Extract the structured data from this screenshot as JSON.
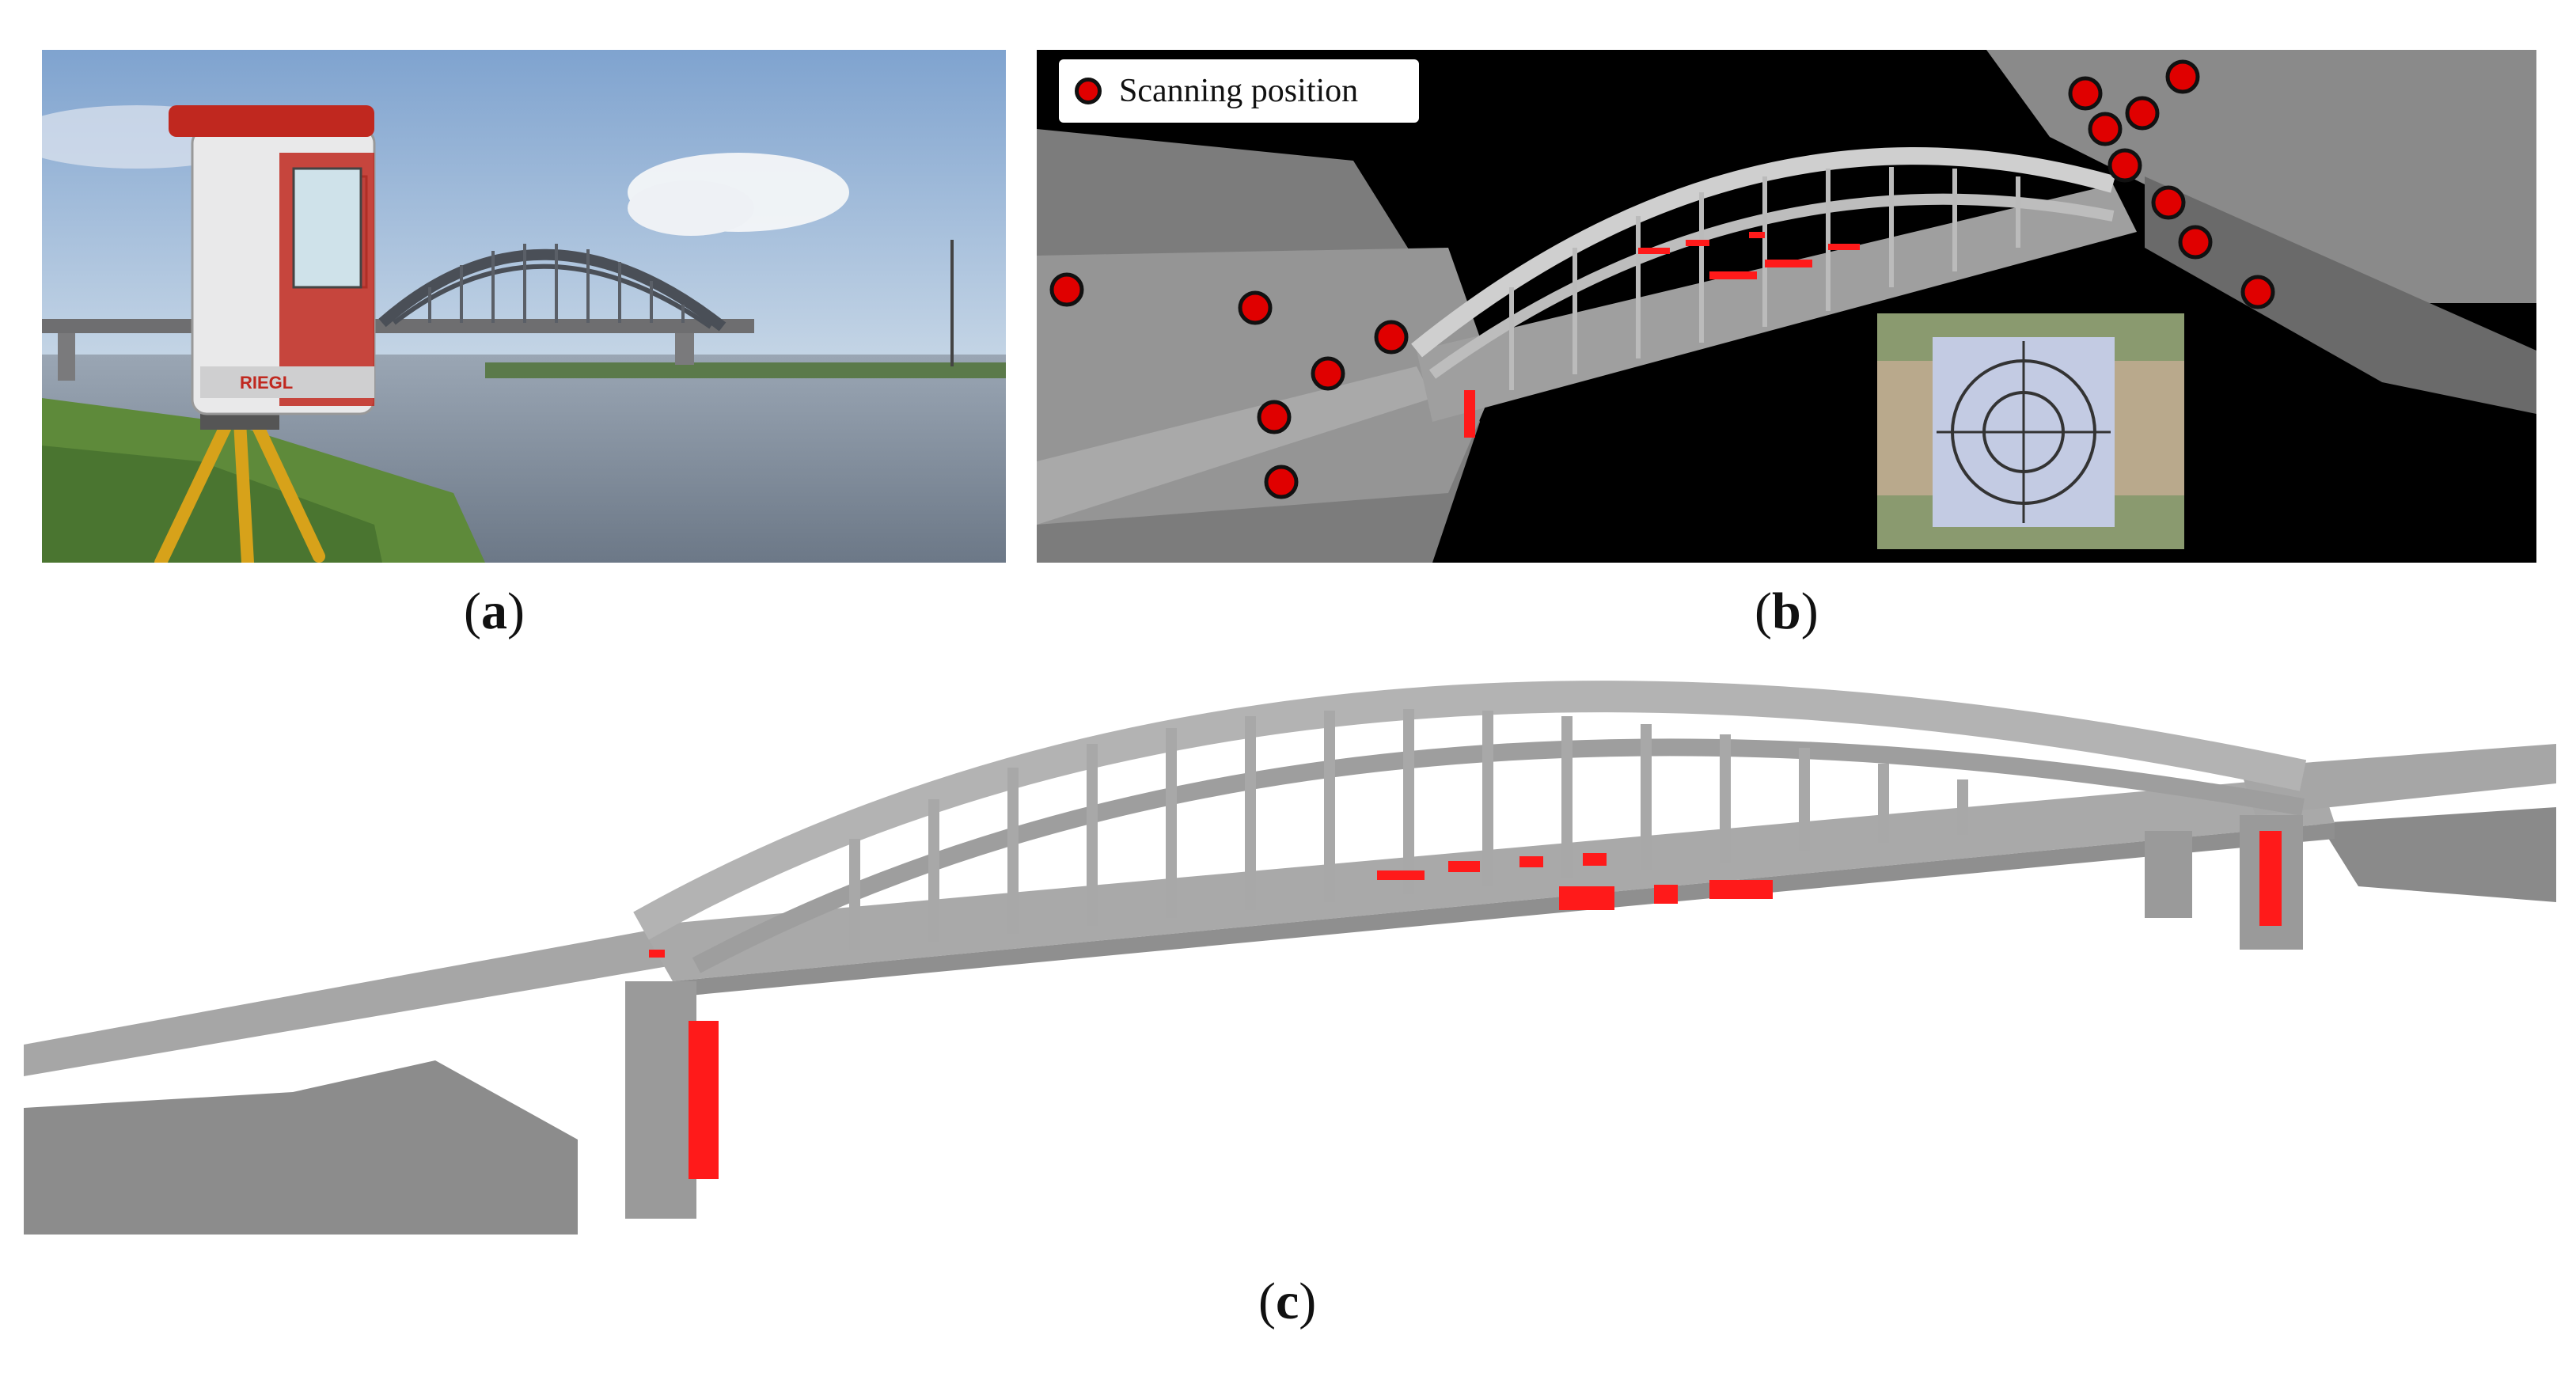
{
  "captions": {
    "a": "a",
    "b": "b",
    "c": "c"
  },
  "panel_b": {
    "legend_label": "Scanning position",
    "marker_color": "#e00000"
  },
  "colors": {
    "highlight": "#ff1a1a",
    "point_cloud": "#b8b8b8",
    "sky": "#8fb0d4",
    "water": "#7e8a99",
    "grass": "#5e8a3a"
  },
  "icons": {
    "scanner": "laser-scanner-icon",
    "target": "reflective-target-icon"
  }
}
